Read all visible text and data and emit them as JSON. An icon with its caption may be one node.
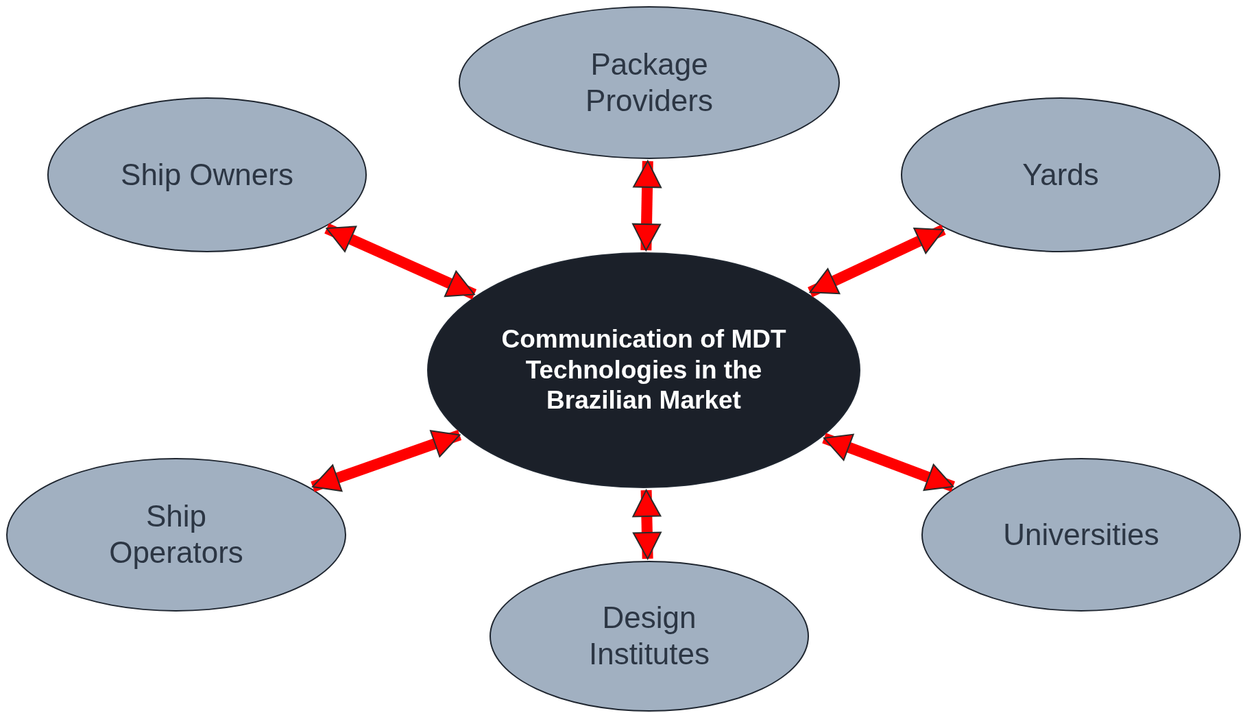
{
  "diagram": {
    "nodes": [
      {
        "text": [
          "Package Providers"
        ]
      },
      {
        "text": [
          "Ship Owners"
        ]
      },
      {
        "text": [
          "Yards"
        ]
      },
      {
        "text": [
          "Communication of MDT Technologies in the Brazilian Market"
        ]
      },
      {
        "text": [
          "Ship Operators"
        ]
      },
      {
        "text": [
          "Universities"
        ]
      },
      {
        "text": [
          "Design Institutes"
        ]
      }
    ],
    "edges": [
      {
        "from": 3,
        "to": 0,
        "arrow": "both"
      },
      {
        "from": 3,
        "to": 1,
        "arrow": "both"
      },
      {
        "from": 3,
        "to": 2,
        "arrow": "both"
      },
      {
        "from": 3,
        "to": 4,
        "arrow": "both"
      },
      {
        "from": 3,
        "to": 5,
        "arrow": "both"
      },
      {
        "from": 3,
        "to": 6,
        "arrow": "both"
      }
    ]
  }
}
